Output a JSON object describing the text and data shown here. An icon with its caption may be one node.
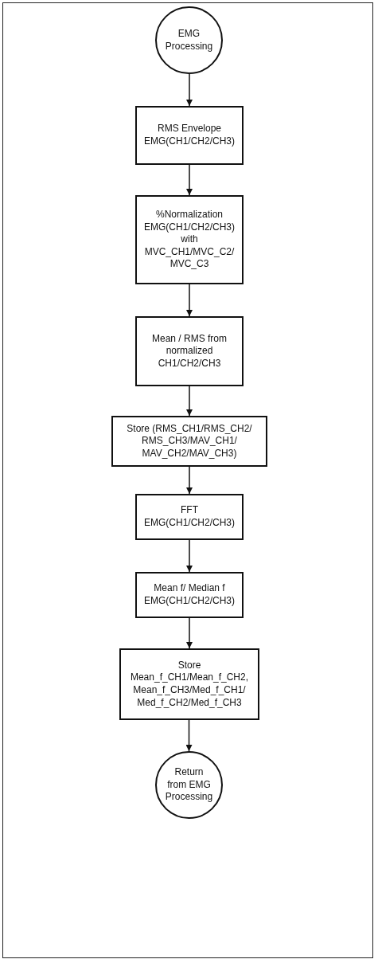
{
  "diagram": {
    "nodes": [
      {
        "text": [
          "EMG Processing"
        ]
      },
      {
        "text": [
          "RMS Envelope EMG(CH1/CH2/CH3)"
        ]
      },
      {
        "text": [
          "%Normalization EMG(CH1/CH2/CH3) with MVC_CH1/MVC_C2/ MVC_C3"
        ]
      },
      {
        "text": [
          "Mean / RMS from normalized CH1/CH2/CH3"
        ]
      },
      {
        "text": [
          "Store (RMS_CH1/RMS_CH2/ RMS_CH3/MAV_CH1/ MAV_CH2/MAV_CH3)"
        ]
      },
      {
        "text": [
          "FFT EMG(CH1/CH2/CH3)"
        ]
      },
      {
        "text": [
          "Mean f/ Median f EMG(CH1/CH2/CH3)"
        ]
      },
      {
        "text": [
          "Store Mean_f_CH1/Mean_f_CH2, Mean_f_CH3/Med_f_CH1/ Med_f_CH2/Med_f_CH3"
        ]
      },
      {
        "text": [
          "Return from EMG Processing"
        ]
      }
    ],
    "edges": [
      {
        "from": 0,
        "to": 1,
        "arrow": "to"
      },
      {
        "from": 1,
        "to": 2,
        "arrow": "to"
      },
      {
        "from": 2,
        "to": 3,
        "arrow": "to"
      },
      {
        "from": 3,
        "to": 4,
        "arrow": "to"
      },
      {
        "from": 4,
        "to": 5,
        "arrow": "to"
      },
      {
        "from": 5,
        "to": 6,
        "arrow": "to"
      },
      {
        "from": 6,
        "to": 7,
        "arrow": "to"
      },
      {
        "from": 7,
        "to": 8,
        "arrow": "to"
      }
    ]
  }
}
